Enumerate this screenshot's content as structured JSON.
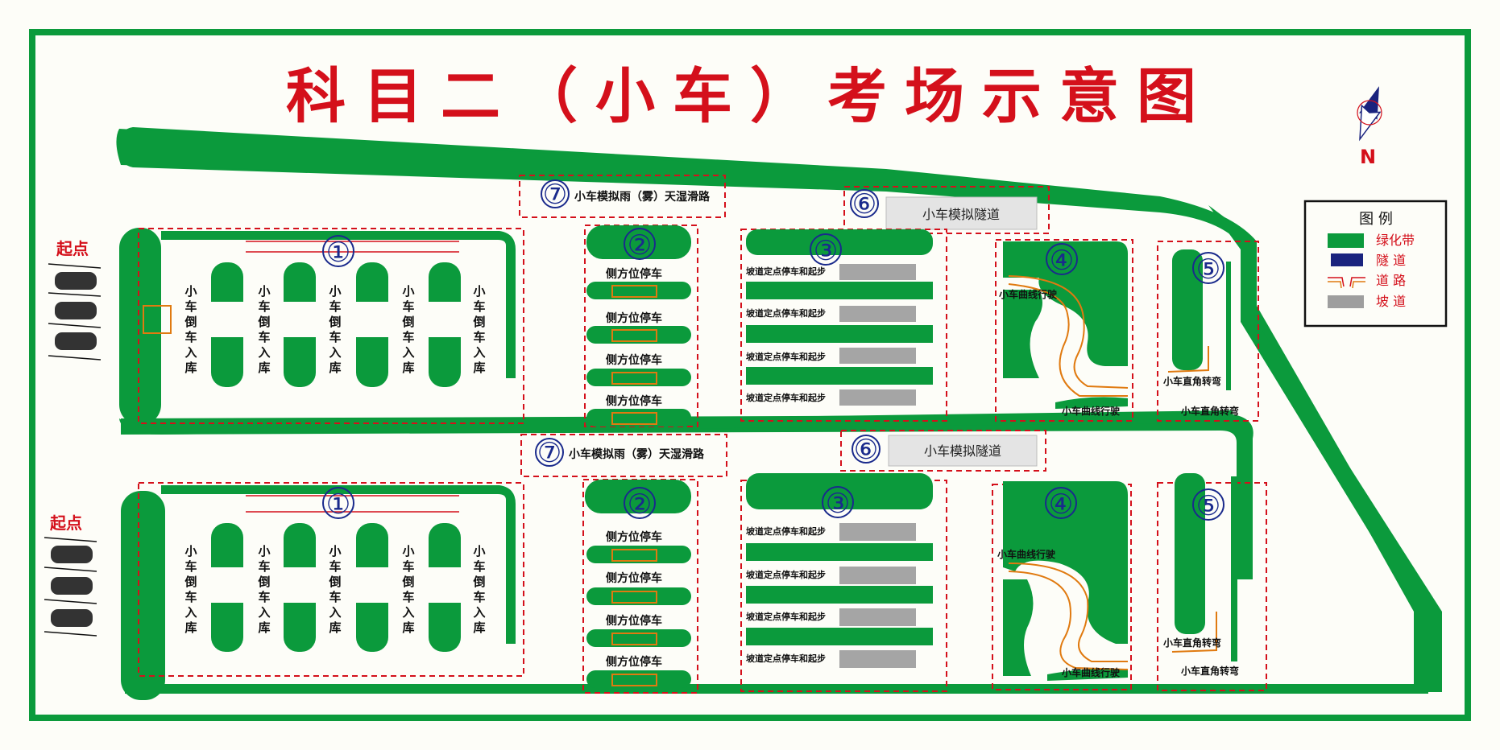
{
  "title": "科目二（小车）考场示意图",
  "north": "N",
  "start_label": "起点",
  "legend": {
    "title": "图 例",
    "items": [
      {
        "label": "绿化带",
        "swatch": "green-swatch",
        "color": "#0b9a3c"
      },
      {
        "label": "隧 道",
        "swatch": "tunnel-swatch",
        "color": "#1a237e"
      },
      {
        "label": "道 路",
        "swatch": "road-swatch",
        "color": "#d4101b"
      },
      {
        "label": "坡 道",
        "swatch": "slope-swatch",
        "color": "#9e9e9e"
      }
    ]
  },
  "zones": {
    "n1": "①",
    "n2": "②",
    "n3": "③",
    "n4": "④",
    "n5": "⑤",
    "n6": "⑥",
    "n7": "⑦",
    "reverse_parking": "小车倒车入库",
    "side_parking": "侧方位停车",
    "slope": "坡道定点停车和起步",
    "curve": "小车曲线行驶",
    "right_turn": "小车直角转弯",
    "tunnel": "小车模拟隧道",
    "wet_road": "小车模拟雨（雾）天湿滑路"
  },
  "colors": {
    "green": "#0b9a3c",
    "red": "#d4101b",
    "blue": "#1a2a8c"
  }
}
